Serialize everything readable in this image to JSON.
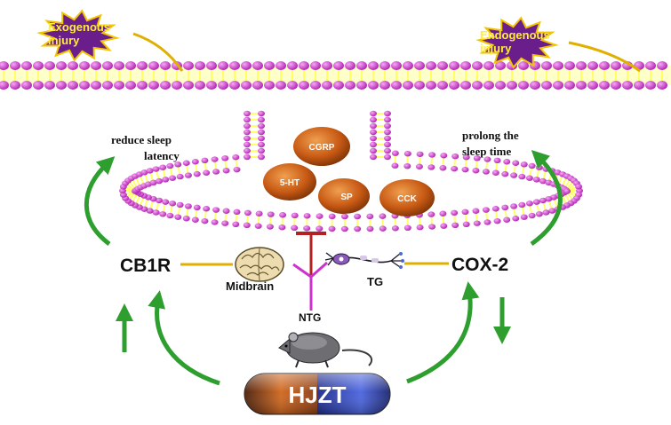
{
  "labels": {
    "exogenous": [
      "Exogenous",
      "injury"
    ],
    "endogenous": [
      "Endogenous",
      "injury"
    ],
    "reduce": [
      "reduce sleep",
      "latency"
    ],
    "prolong": [
      "prolong the",
      "sleep time"
    ],
    "cgrp": "CGRP",
    "ht5": "5-HT",
    "sp": "SP",
    "cck": "CCK",
    "cb1r": "CB1R",
    "cox2": "COX-2",
    "midbrain": "Midbrain",
    "tg": "TG",
    "ntg": "NTG",
    "hjzt": "HJZT"
  },
  "colors": {
    "lipid_head": "#cc33cc",
    "lipid_tail": "#ffff66",
    "star_fill": "#6a1e8c",
    "star_stroke": "#f2c400",
    "neuropeptide": "#c85a14",
    "arrow": "#2e9e2e",
    "connector": "#e0b000",
    "inhibit": "#b22222",
    "receptor": "#cc33cc",
    "pill_left": "#c0561a",
    "pill_right": "#3048b8"
  },
  "icons": {
    "brain": "brain-icon",
    "neuron": "neuron-icon",
    "rat": "rat-icon"
  }
}
